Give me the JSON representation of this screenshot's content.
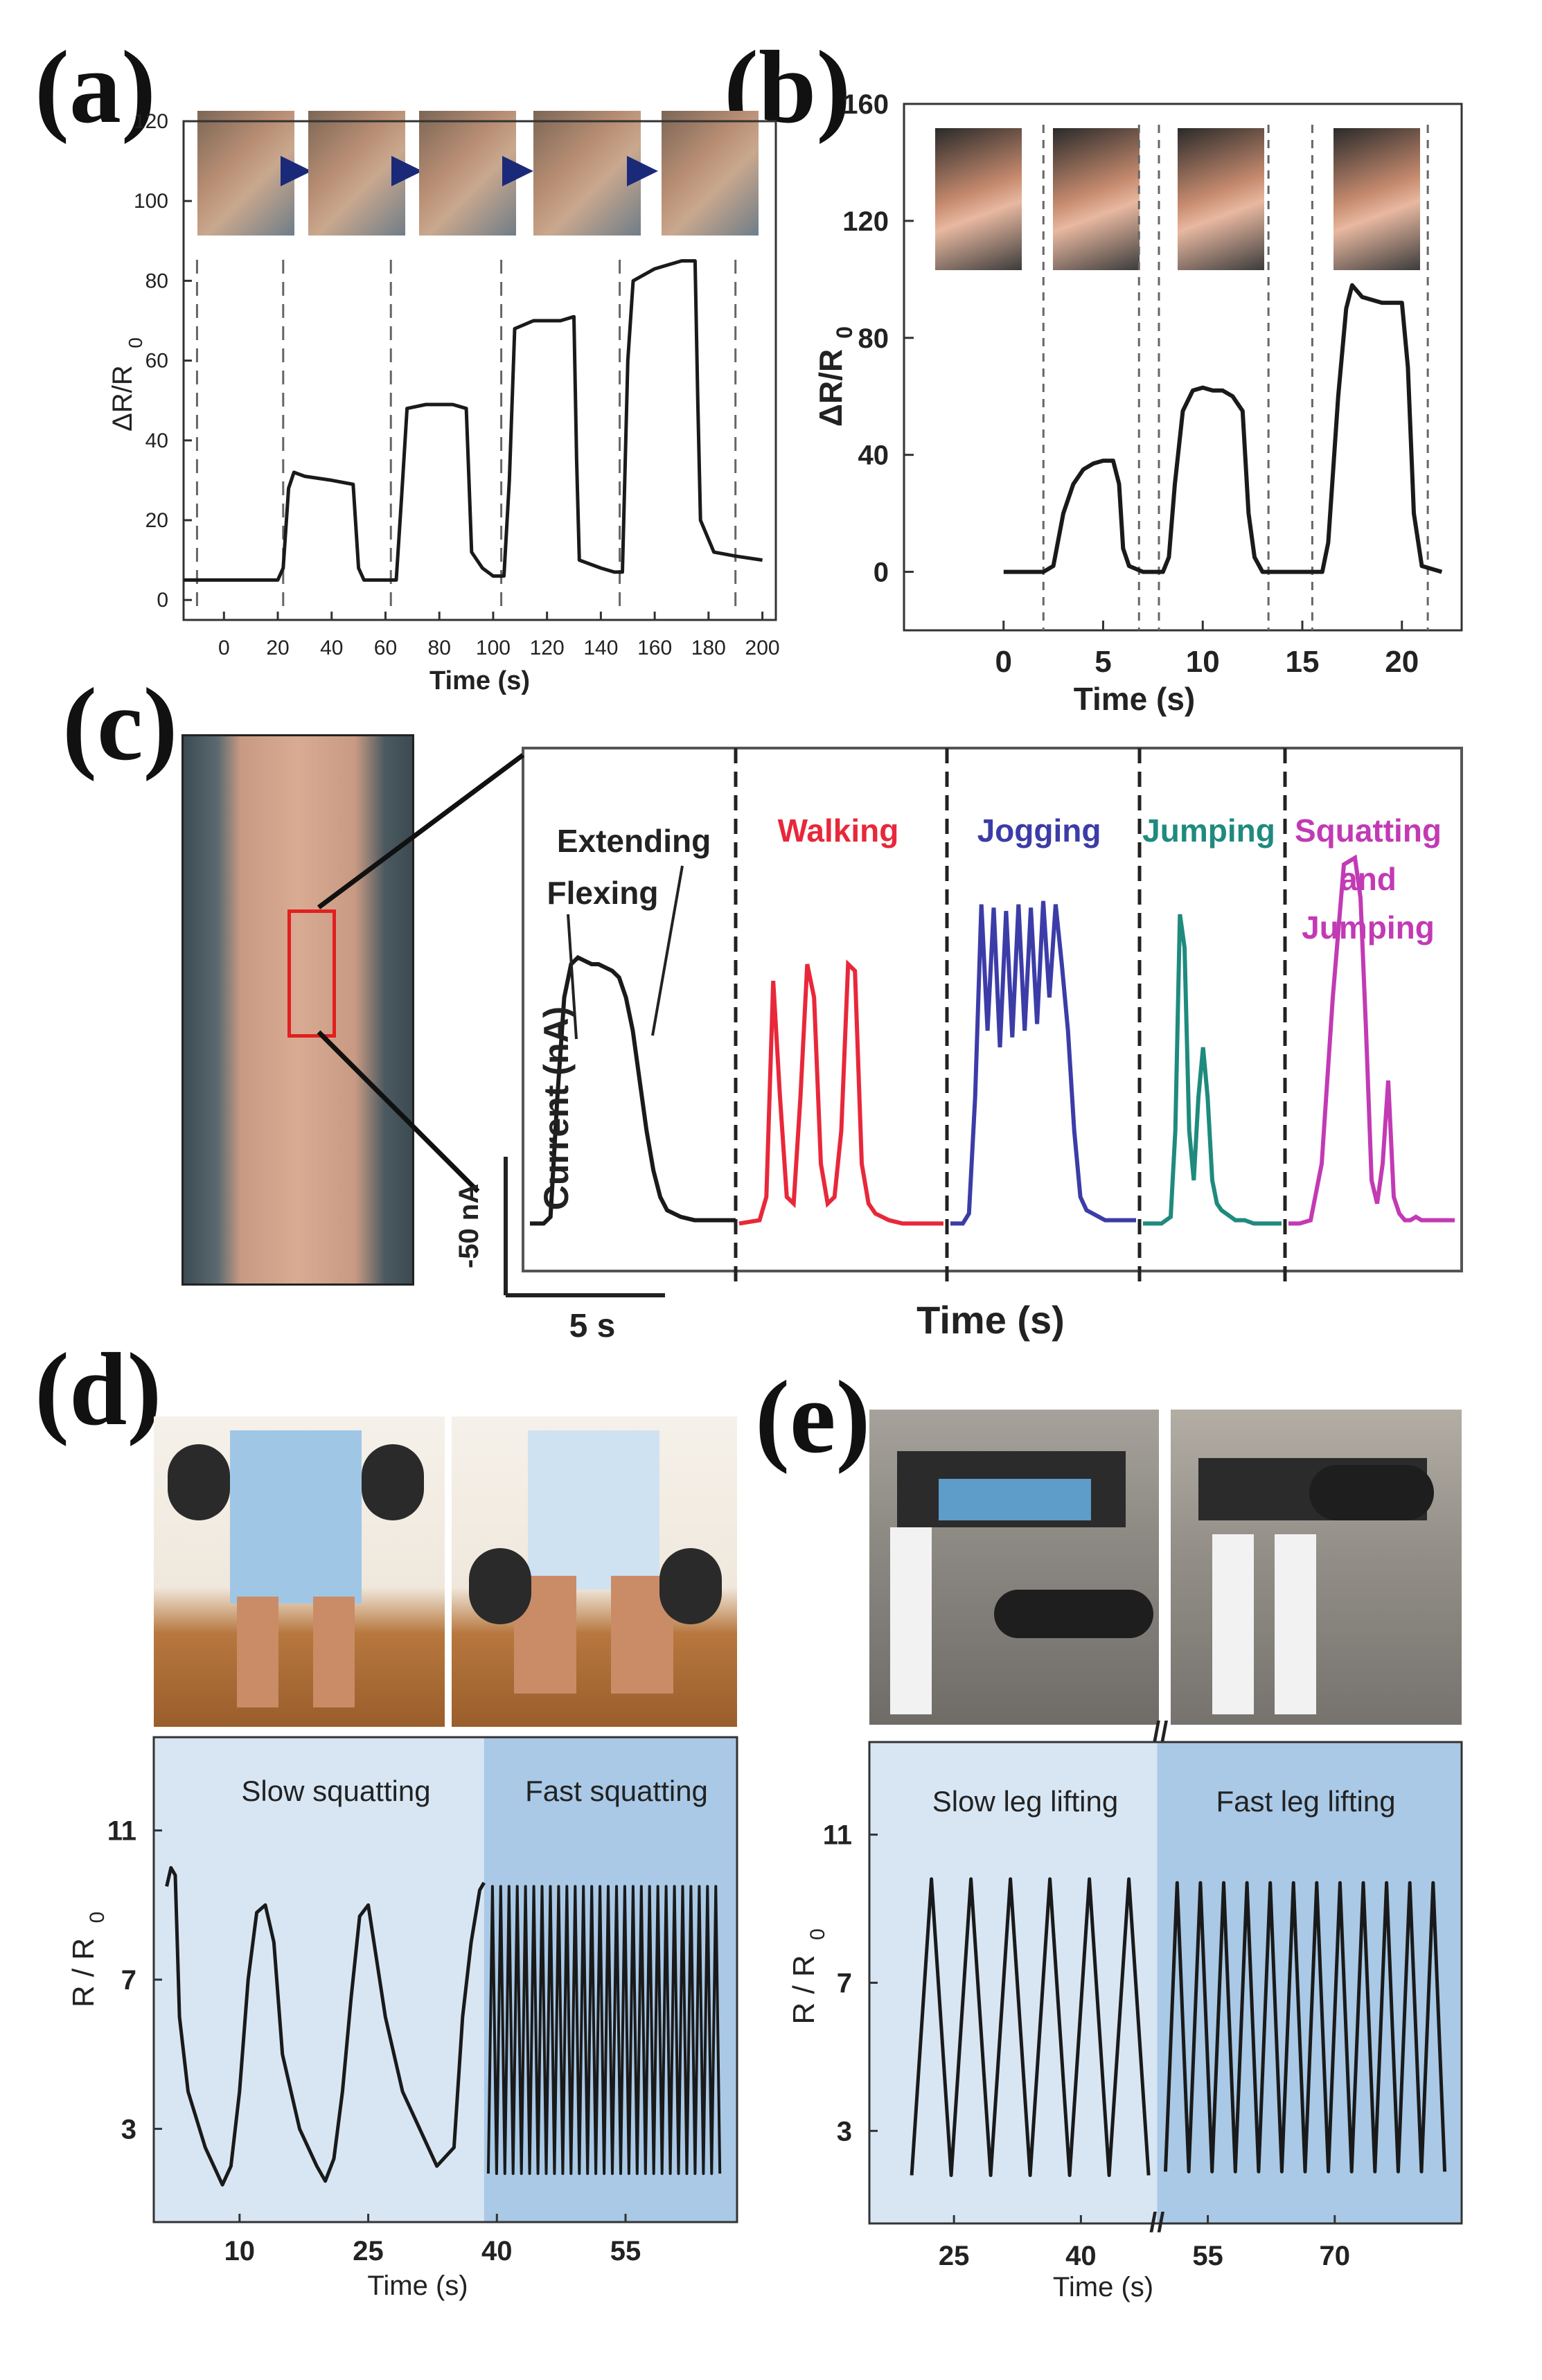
{
  "panels": {
    "a": {
      "letter": "(a)",
      "chart": {
        "type": "line",
        "xlabel": "Time (s)",
        "ylabel": "ΔR/R",
        "ylabel_sub": "0",
        "xlim": [
          -15,
          205
        ],
        "ylim": [
          -5,
          120
        ],
        "xticks": [
          "0",
          "20",
          "40",
          "60",
          "80",
          "100",
          "120",
          "140",
          "160",
          "180",
          "200"
        ],
        "xtick_values": [
          0,
          20,
          40,
          60,
          80,
          100,
          120,
          140,
          160,
          180,
          200
        ],
        "yticks": [
          "0",
          "20",
          "40",
          "60",
          "80",
          "100",
          "120"
        ],
        "ytick_values": [
          0,
          20,
          40,
          60,
          80,
          100,
          120
        ],
        "marker_lines": [
          -10,
          22,
          62,
          103,
          147,
          190
        ],
        "series": [
          {
            "x": [
              -15,
              -10,
              0,
              10,
              20,
              22,
              24,
              26,
              30,
              40,
              48,
              50,
              52,
              56,
              60,
              64,
              66,
              68,
              75,
              85,
              90,
              91,
              92,
              96,
              100,
              104,
              106,
              108,
              115,
              125,
              130,
              131,
              132,
              140,
              145,
              148,
              150,
              152,
              160,
              170,
              175,
              176,
              177,
              182,
              190,
              200
            ],
            "y": [
              5,
              5,
              5,
              5,
              5,
              8,
              28,
              32,
              31,
              30,
              29,
              8,
              5,
              5,
              5,
              5,
              26,
              48,
              49,
              49,
              48,
              30,
              12,
              8,
              6,
              6,
              30,
              68,
              70,
              70,
              71,
              35,
              10,
              8,
              7,
              7,
              60,
              80,
              83,
              85,
              85,
              50,
              20,
              12,
              11,
              10
            ]
          }
        ],
        "photo_labels": [
          "finger-straight-photo",
          "finger-bend-1-photo",
          "finger-bend-2-photo",
          "finger-bend-3-photo",
          "finger-fist-photo"
        ]
      }
    },
    "b": {
      "letter": "(b)",
      "chart": {
        "type": "line",
        "xlabel": "Time (s)",
        "ylabel": "ΔR/R",
        "ylabel_sub": "0",
        "xlim": [
          -5,
          23
        ],
        "ylim": [
          -20,
          160
        ],
        "xticks": [
          "0",
          "5",
          "10",
          "15",
          "20"
        ],
        "xtick_values": [
          0,
          5,
          10,
          15,
          20
        ],
        "yticks": [
          "0",
          "40",
          "80",
          "120",
          "160"
        ],
        "ytick_values": [
          0,
          40,
          80,
          120,
          160
        ],
        "marker_lines": [
          2,
          6.8,
          7.8,
          13.3,
          15.5,
          21.3
        ],
        "series": [
          {
            "x": [
              0,
              2,
              2.5,
              3,
              3.5,
              4,
              4.5,
              5,
              5.5,
              5.8,
              6,
              6.3,
              7,
              8,
              8.3,
              8.6,
              9,
              9.5,
              10,
              10.5,
              11,
              11.5,
              12,
              12.3,
              12.6,
              13,
              14,
              15,
              16,
              16.3,
              16.8,
              17.2,
              17.5,
              18,
              19,
              20,
              20.3,
              20.6,
              21,
              22
            ],
            "y": [
              0,
              0,
              2,
              20,
              30,
              35,
              37,
              38,
              38,
              30,
              8,
              2,
              0,
              0,
              5,
              30,
              55,
              62,
              63,
              62,
              62,
              60,
              55,
              20,
              5,
              0,
              0,
              0,
              0,
              10,
              60,
              90,
              98,
              94,
              92,
              92,
              70,
              20,
              2,
              0
            ]
          }
        ],
        "photo_labels": [
          "arm-straight-photo",
          "arm-bend-1-photo",
          "arm-bend-2-photo",
          "arm-bend-3-photo"
        ]
      }
    },
    "c": {
      "letter": "(c)",
      "chart": {
        "type": "line",
        "xlabel": "Time (s)",
        "ylabel": "Current (nA)",
        "scale_y": "-50 nA",
        "scale_x": "5 s",
        "segments": [
          {
            "label": "Walking",
            "color": "#e8283a",
            "x": [
              0,
              3,
              4,
              5,
              6,
              7,
              8,
              9,
              10,
              11,
              12,
              13,
              14,
              15,
              16,
              17,
              18,
              19,
              20,
              21,
              22,
              24,
              26,
              28,
              30
            ],
            "y": [
              2,
              3,
              10,
              75,
              40,
              10,
              8,
              40,
              80,
              70,
              20,
              8,
              10,
              30,
              80,
              78,
              20,
              8,
              5,
              4,
              3,
              2,
              2,
              2,
              2
            ]
          },
          {
            "label": "Jogging",
            "color": "#3c3ca8",
            "x": [
              0,
              2,
              3,
              4,
              5,
              6,
              7,
              8,
              9,
              10,
              11,
              12,
              13,
              14,
              15,
              16,
              17,
              18,
              19,
              20,
              21,
              22,
              23,
              24,
              25,
              26,
              28,
              30
            ],
            "y": [
              2,
              2,
              5,
              40,
              98,
              60,
              97,
              55,
              96,
              58,
              98,
              60,
              97,
              62,
              99,
              70,
              98,
              80,
              60,
              30,
              10,
              6,
              5,
              4,
              3,
              3,
              3,
              3
            ]
          },
          {
            "label": "Jumping",
            "color": "#1f8a7e",
            "x": [
              0,
              2,
              4,
              6,
              7,
              8,
              9,
              10,
              11,
              12,
              13,
              14,
              15,
              16,
              17,
              18,
              19,
              20,
              22,
              24,
              26,
              28,
              30
            ],
            "y": [
              2,
              2,
              2,
              4,
              30,
              95,
              85,
              30,
              15,
              40,
              55,
              40,
              15,
              8,
              6,
              5,
              4,
              3,
              3,
              2,
              2,
              2,
              2
            ]
          },
          {
            "label": "Squatting\nand\nJumping",
            "color": "#c23ab4",
            "x": [
              0,
              2,
              4,
              6,
              8,
              10,
              12,
              13,
              14,
              15,
              16,
              17,
              18,
              19,
              20,
              21,
              22,
              23,
              24,
              26,
              28,
              30
            ],
            "y": [
              2,
              2,
              3,
              20,
              70,
              110,
              112,
              100,
              60,
              15,
              8,
              20,
              45,
              10,
              5,
              3,
              3,
              4,
              3,
              3,
              3,
              3
            ]
          }
        ],
        "first_segment": {
          "label_extending": "Extending",
          "label_flexing": "Flexing",
          "color": "#1a1a1a",
          "x": [
            0,
            2,
            3,
            4,
            5,
            6,
            7,
            8,
            9,
            10,
            11,
            12,
            13,
            14,
            15,
            16,
            17,
            18,
            19,
            20,
            22,
            24,
            26,
            28,
            30
          ],
          "y": [
            2,
            2,
            4,
            40,
            70,
            80,
            82,
            81,
            80,
            80,
            79,
            78,
            76,
            70,
            60,
            45,
            30,
            18,
            10,
            6,
            4,
            3,
            3,
            3,
            3
          ]
        },
        "knee_photo": "knee-with-sensor-photo"
      }
    },
    "d": {
      "letter": "(d)",
      "chart": {
        "type": "line",
        "xlabel": "Time (s)",
        "ylabel": "R / R",
        "ylabel_sub": "0",
        "region_labels": [
          "Slow squatting",
          "Fast squatting"
        ],
        "region_split": 38.5,
        "xlim": [
          0,
          68
        ],
        "ylim": [
          0.5,
          13.5
        ],
        "xticks": [
          "10",
          "25",
          "40",
          "55"
        ],
        "xtick_values": [
          10,
          25,
          40,
          55
        ],
        "yticks": [
          "3",
          "7",
          "11"
        ],
        "ytick_values": [
          3,
          7,
          11
        ],
        "slow_x": [
          1.5,
          2,
          2.5,
          3,
          4,
          6,
          8,
          9,
          10,
          11,
          12,
          13,
          14,
          15,
          17,
          19,
          20,
          21,
          22,
          23,
          24,
          25,
          27,
          29,
          31,
          33,
          35,
          36,
          37,
          38,
          38.5
        ],
        "slow_y": [
          9.5,
          10,
          9.8,
          6,
          4,
          2.5,
          1.5,
          2,
          4,
          7,
          8.8,
          9,
          8,
          5,
          3,
          2,
          1.6,
          2.2,
          4,
          6.5,
          8.7,
          9,
          6,
          4,
          3,
          2,
          2.5,
          6,
          8,
          9.4,
          9.6
        ],
        "fast": {
          "x_start": 39,
          "x_end": 66,
          "cycles": 28,
          "y_low": 1.8,
          "y_high": 9.5
        },
        "photo_labels": [
          "squat-standing-photo",
          "squat-lowered-photo"
        ]
      }
    },
    "e": {
      "letter": "(e)",
      "chart": {
        "type": "line",
        "xlabel": "Time (s)",
        "ylabel": "R / R",
        "ylabel_sub": "0",
        "region_labels": [
          "Slow leg lifting",
          "Fast leg lifting"
        ],
        "axis_break": "//",
        "xlim": [
          15,
          85
        ],
        "ylim": [
          0.5,
          13.5
        ],
        "xticks": [
          "25",
          "40",
          "55",
          "70"
        ],
        "xtick_values": [
          25,
          40,
          55,
          70
        ],
        "yticks": [
          "3",
          "7",
          "11"
        ],
        "ytick_values": [
          3,
          7,
          11
        ],
        "region_split": 49,
        "slow": {
          "x_start": 20,
          "x_end": 48,
          "cycles": 6,
          "y_low": 1.8,
          "y_high": 9.8
        },
        "fast": {
          "x_start": 50,
          "x_end": 83,
          "cycles": 12,
          "y_low": 1.9,
          "y_high": 9.7
        },
        "photo_labels": [
          "leg-extension-seated-photo",
          "leg-extension-lifted-photo"
        ]
      }
    }
  },
  "colors": {
    "axis": "#333333",
    "trace": "#1a1a1a",
    "dashed": "#666666",
    "region_light": "#d8e6f4",
    "region_dark": "#a9c9e6"
  }
}
